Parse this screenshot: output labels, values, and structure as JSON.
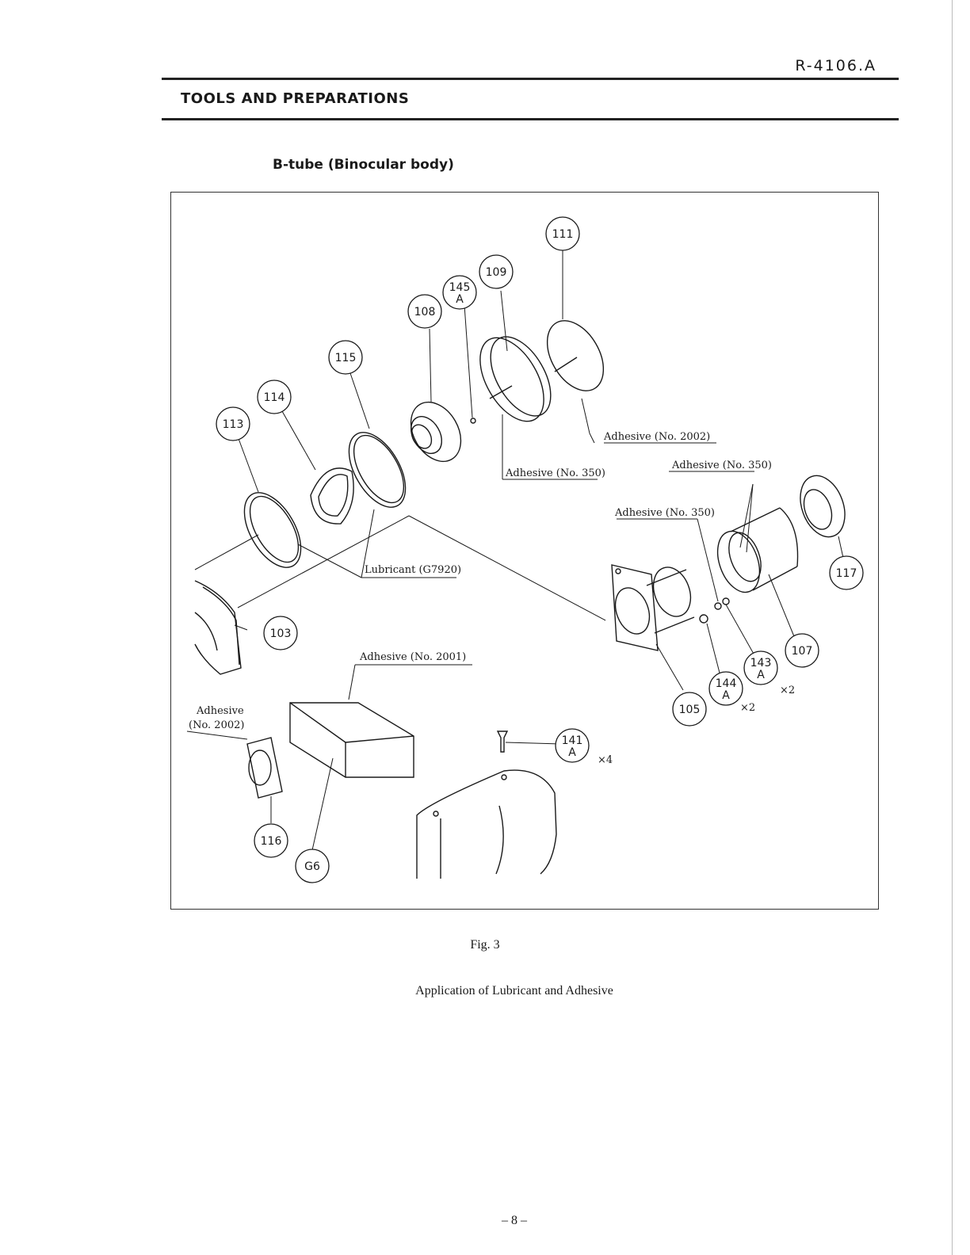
{
  "header": {
    "doc_code": "R-4106.A",
    "section_title": "TOOLS AND PREPARATIONS"
  },
  "subtitle": "B-tube (Binocular body)",
  "figure": {
    "callouts": [
      {
        "num": "111"
      },
      {
        "num": "109"
      },
      {
        "num": "145",
        "sub": "A"
      },
      {
        "num": "108"
      },
      {
        "num": "115"
      },
      {
        "num": "114"
      },
      {
        "num": "113"
      },
      {
        "num": "103"
      },
      {
        "num": "117"
      },
      {
        "num": "107"
      },
      {
        "num": "143",
        "sub": "A"
      },
      {
        "num": "144",
        "sub": "A"
      },
      {
        "num": "105"
      },
      {
        "num": "141",
        "sub": "A"
      },
      {
        "num": "116"
      },
      {
        "num": "G6"
      }
    ],
    "multipliers": {
      "x2_a": "×2",
      "x2_b": "×2",
      "x4": "×4"
    },
    "notes": {
      "adhesive_2002_top": "Adhesive (No. 2002)",
      "adhesive_350_a": "Adhesive (No. 350)",
      "adhesive_350_b": "Adhesive (No. 350)",
      "adhesive_350_c": "Adhesive (No. 350)",
      "lubricant": "Lubricant (G7920)",
      "adhesive_2001": "Adhesive (No. 2001)",
      "adhesive_2002_left_line1": "Adhesive",
      "adhesive_2002_left_line2": "(No. 2002)"
    }
  },
  "fig_label": "Fig. 3",
  "caption": "Application of Lubricant and Adhesive",
  "page_number": "– 8 –"
}
